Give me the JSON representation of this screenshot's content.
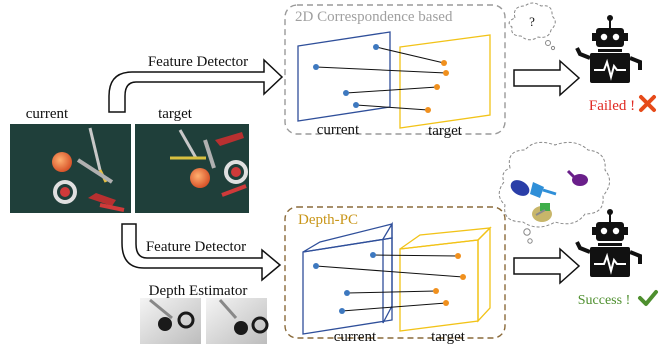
{
  "labels": {
    "current_top": "current",
    "target_top": "target",
    "feature_detector_top": "Feature Detector",
    "feature_detector_bottom": "Feature Detector",
    "depth_estimator": "Depth Estimator",
    "box_top_title": "2D Correspondence based",
    "box_bottom_title": "Depth-PC",
    "plane_current_top": "current",
    "plane_target_top": "target",
    "plane_current_bottom": "current",
    "plane_target_bottom": "target",
    "thought_question": "?",
    "failed": "Failed !",
    "success": "Success !"
  },
  "icons": {
    "robot_top": "robot-icon",
    "robot_bottom": "robot-icon",
    "fail_mark": "cross-icon",
    "success_mark": "check-icon",
    "thought_top": "thought-bubble-icon",
    "thought_bottom": "thought-bubble-icon"
  },
  "colors": {
    "current_plane": "#2f4f9a",
    "target_plane": "#f2c318",
    "keypoint_blue": "#3d78bf",
    "keypoint_orange": "#f0901e",
    "box_gray": "#9a9a9a",
    "box_brown": "#8a6a3a",
    "title_gray": "#a0a0a0",
    "title_gold": "#c9961a",
    "failed_red": "#e02a22",
    "success_green": "#4e8f2e",
    "robot": "#111111",
    "scene_bg": "#1f3f3a"
  }
}
